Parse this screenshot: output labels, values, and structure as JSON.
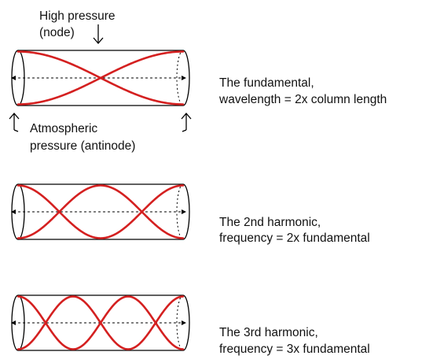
{
  "top_annotation": {
    "line1": "High pressure",
    "line2": "(node)"
  },
  "bottom_annotation": {
    "line1": "Atmospheric",
    "line2": "pressure (antinode)"
  },
  "tubes": [
    {
      "loops": 1,
      "caption_line1": "The fundamental,",
      "caption_line2": "wavelength = 2x column length"
    },
    {
      "loops": 2,
      "caption_line1": "The 2nd harmonic,",
      "caption_line2": "frequency = 2x fundamental"
    },
    {
      "loops": 3,
      "caption_line1": "The 3rd harmonic,",
      "caption_line2": "frequency = 3x fundamental"
    }
  ],
  "colors": {
    "wave": "#d42020",
    "outline": "#000000",
    "text": "#111111"
  }
}
